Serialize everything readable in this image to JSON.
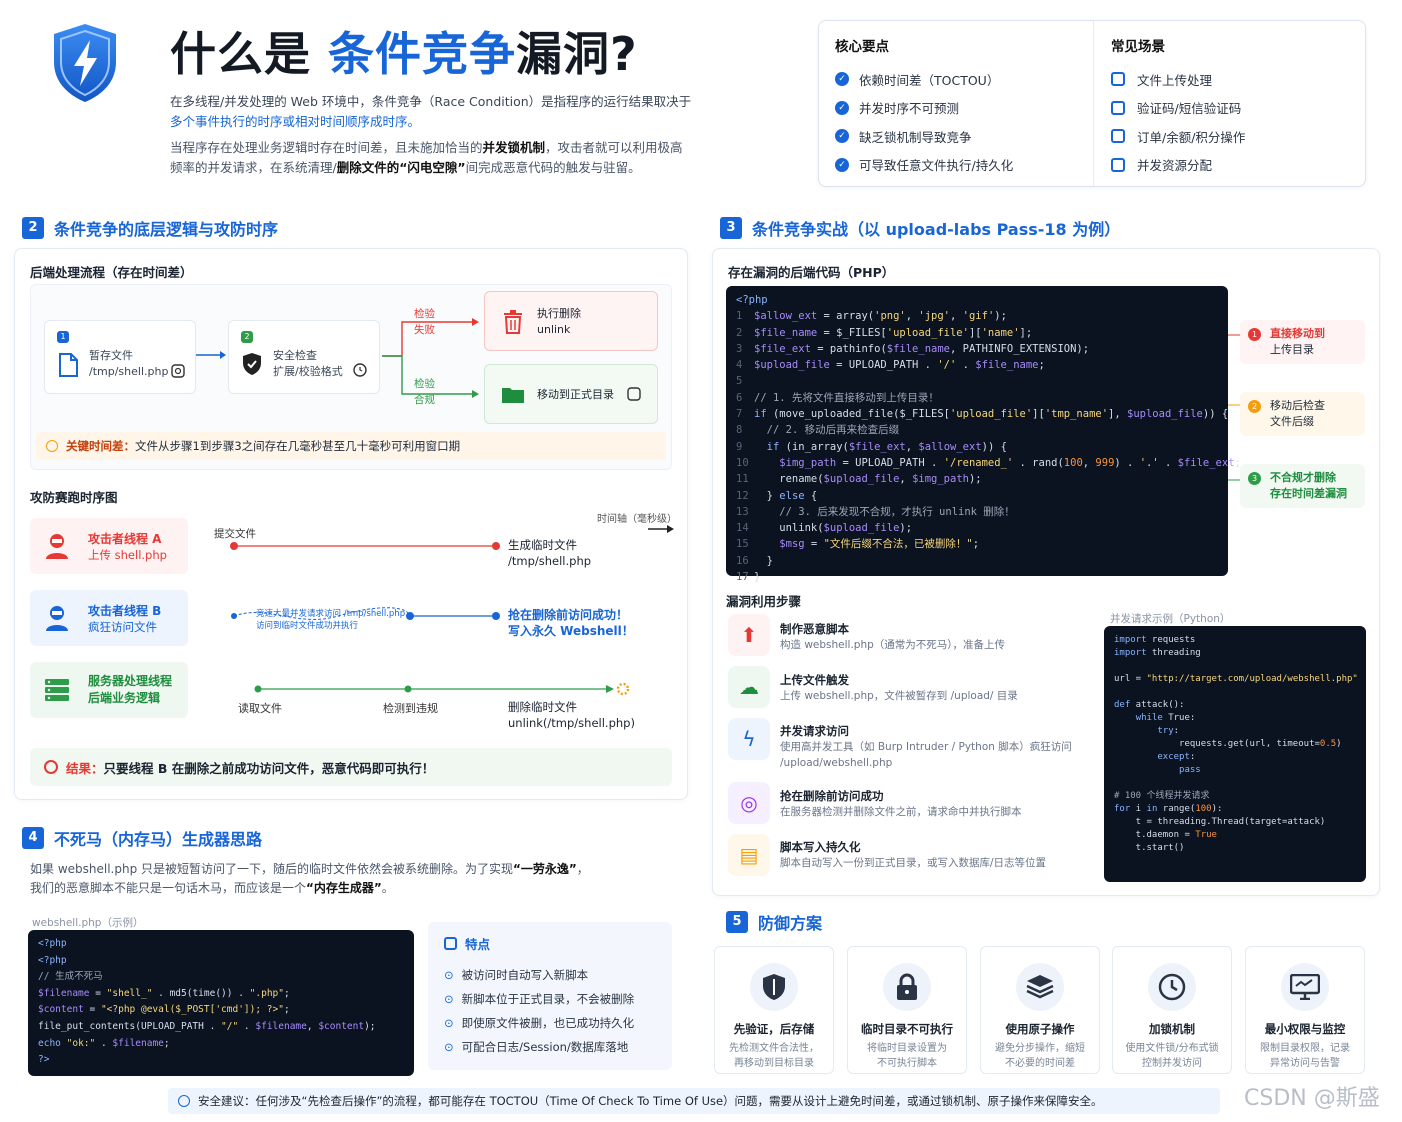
{
  "header": {
    "title_prefix": "什么是",
    "title_highlight": "条件竞争",
    "title_suffix": "漏洞?",
    "intro_a": "在多线程/并发处理的 Web 环境中，条件竞争（Race Condition）是指程序的运行结果取决于",
    "intro_b": "多个事件执行的时序或相对时间顺序成时序。",
    "intro2_a": "当程序存在处理业务逻辑时存在时间差，且未施加恰当的",
    "intro2_bold1": "并发锁机制",
    "intro2_b": "，攻击者就可以利用极高",
    "intro2_c": "频率的并发请求，在系统清理/",
    "intro2_bold2": "删除文件的“闪电空隙”",
    "intro2_d": "间完成恶意代码的触发与驻留。"
  },
  "key_points": {
    "title": "核心要点",
    "items": [
      "依赖时间差（TOCTOU）",
      "并发时序不可预测",
      "缺乏锁机制导致竞争",
      "可导致任意文件执行/持久化"
    ]
  },
  "scenes": {
    "title": "常见场景",
    "items": [
      "文件上传处理",
      "验证码/短信验证码",
      "订单/余额/积分操作",
      "并发资源分配"
    ]
  },
  "section2": {
    "num": "2",
    "title": "条件竞争的底层逻辑与攻防时序",
    "flow_title": "后端处理流程（存在时间差）",
    "node1_num": "1",
    "node1_label": "暂存文件",
    "node1_path": "/tmp/shell.php",
    "node2_num": "2",
    "node2_label": "安全检查",
    "node2_sub": "扩展/校验格式",
    "branch_bad_1": "检验",
    "branch_bad_2": "失败",
    "branch_ok_1": "检验",
    "branch_ok_2": "合规",
    "delete_label": "执行删除",
    "delete_sub": "unlink",
    "move_label": "移动到正式目录",
    "key_time_label": "关键时间差：",
    "key_time_text": "文件从步骤1到步骤3之间存在几毫秒甚至几十毫秒可利用窗口期",
    "race_title": "攻防赛跑时序图",
    "axis_label": "时间轴（毫秒级）",
    "lane_a_title": "攻击者线程 A",
    "lane_a_sub": "上传 shell.php",
    "lane_b_title": "攻击者线程 B",
    "lane_b_sub": "疯狂访问文件",
    "lane_s_title_1": "服务器处理线程",
    "lane_s_title_2": "后端业务逻辑",
    "submit_label": "提交文件",
    "tmp_label_1": "生成临时文件",
    "tmp_label_2": "/tmp/shell.php",
    "b_note_1": "竞速大量并发请求访问 /tmp/shell.php",
    "b_note_2": "访问到临时文件成功并执行",
    "b_hit_1": "抢在删除前访问成功！",
    "b_hit_2": "写入永久 Webshell！",
    "s_p1": "读取文件",
    "s_p2": "检测到违规",
    "s_p3_1": "删除临时文件",
    "s_p3_2": "unlink(/tmp/shell.php)",
    "result_label": "结果：",
    "result_text": "只要线程 B 在删除之前成功访问文件，恶意代码即可执行！"
  },
  "section3": {
    "num": "3",
    "title": "条件竞争实战（以 upload-labs Pass-18 为例）",
    "code_title": "存在漏洞的后端代码（PHP）",
    "callouts": [
      {
        "num": "1",
        "title": "直接移动到",
        "sub": "上传目录"
      },
      {
        "num": "2",
        "title": "移动后检查",
        "sub": "文件后缀"
      },
      {
        "num": "3",
        "title": "不合规才删除",
        "sub": "存在时间差漏洞"
      }
    ],
    "steps_title": "漏洞利用步骤",
    "steps": [
      {
        "t": "制作恶意脚本",
        "d": "构造 webshell.php（通常为不死马），准备上传",
        "d2": ""
      },
      {
        "t": "上传文件触发",
        "d": "上传 webshell.php，文件被暂存到 /upload/ 目录",
        "d2": ""
      },
      {
        "t": "并发请求访问",
        "d": "使用高并发工具（如 Burp Intruder / Python 脚本）疯狂访问",
        "d2": "/upload/webshell.php"
      },
      {
        "t": "抢在删除前访问成功",
        "d": "在服务器检测并删除文件之前，请求命中并执行脚本",
        "d2": ""
      },
      {
        "t": "脚本写入持久化",
        "d": "脚本自动写入一份到正式目录，或写入数据库/日志等位置",
        "d2": ""
      }
    ],
    "py_title": "并发请求示例（Python）"
  },
  "section4": {
    "num": "4",
    "title": "不死马（内存马）生成器思路",
    "desc1_a": "如果 webshell.php 只是被短暂访问了一下，随后的临时文件依然会被系统删除。为了实现",
    "desc1_bold": "“一劳永逸”",
    "desc1_b": "，",
    "desc2_a": "我们的恶意脚本不能只是一句话木马，而应该是一个",
    "desc2_bold": "“内存生成器”",
    "desc2_b": "。",
    "code_title": "webshell.php（示例）",
    "feat_title": "特点",
    "features": [
      "被访问时自动写入新脚本",
      "新脚本位于正式目录，不会被删除",
      "即使原文件被删，也已成功持久化",
      "可配合日志/Session/数据库落地"
    ]
  },
  "section5": {
    "num": "5",
    "title": "防御方案",
    "cards": [
      {
        "t": "先验证，后存储",
        "d1": "先检测文件合法性，",
        "d2": "再移动到目标目录",
        "d3": ""
      },
      {
        "t": "临时目录不可执行",
        "d1": "将临时目录设置为",
        "d2": "不可执行脚本",
        "d3": ""
      },
      {
        "t": "使用原子操作",
        "d1": "避免分步操作，缩短",
        "d2": "不必要的时间差",
        "d3": ""
      },
      {
        "t": "加锁机制",
        "d1": "使用文件锁/分布式锁",
        "d2": "控制并发访问",
        "d3": ""
      },
      {
        "t": "最小权限与监控",
        "d1": "限制目录权限，记录",
        "d2": "异常访问与告警",
        "d3": ""
      }
    ]
  },
  "footer": {
    "tip": "安全建议：任何涉及“先检查后操作”的流程，都可能存在 TOCTOU（Time Of Check To Time Of Use）问题，需要从设计上避免时间差，或通过锁机制、原子操作来保障安全。",
    "watermark": "CSDN @斯盛"
  },
  "colors": {
    "accent": "#1765d6",
    "danger": "#e53935",
    "success": "#2e9d4a",
    "warning": "#f59e0b"
  }
}
